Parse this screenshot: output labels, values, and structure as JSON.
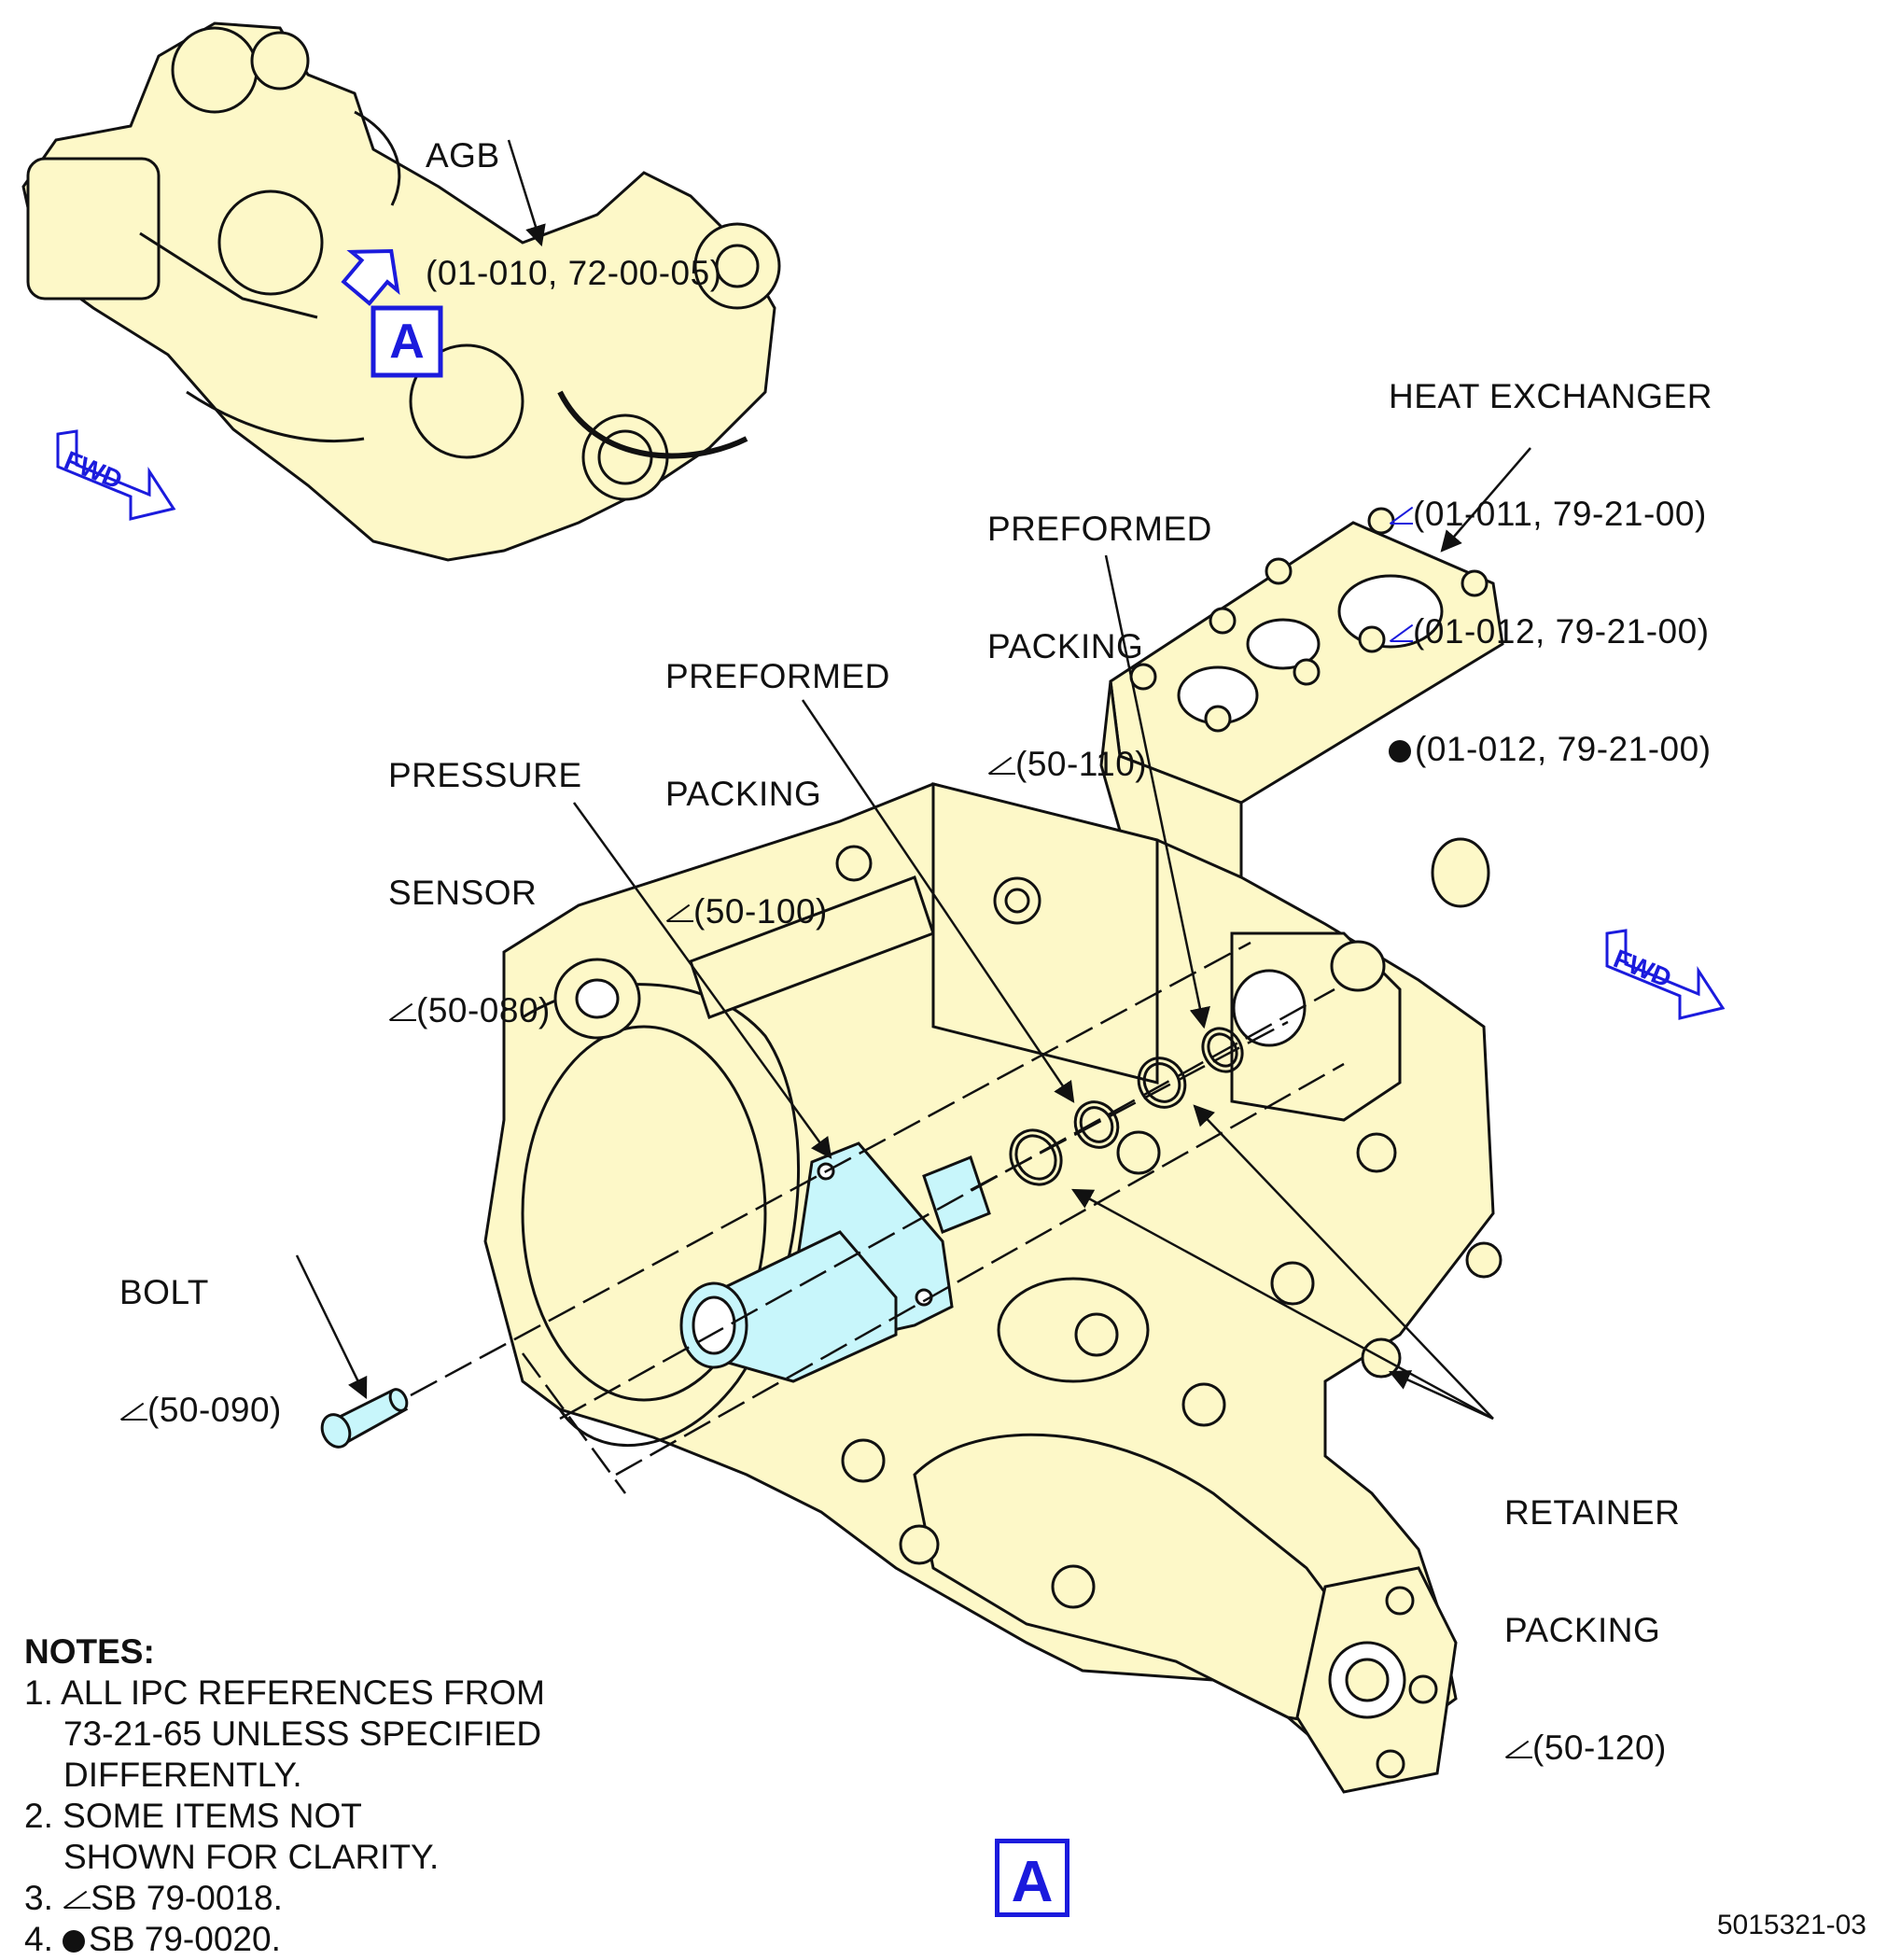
{
  "labels": {
    "agb": {
      "name": "AGB",
      "ref": "(01-010, 72-00-05)"
    },
    "heat_exchanger": {
      "name": "HEAT EXCHANGER",
      "ref1": "(01-011, 79-21-00)",
      "ref2": "(01-012, 79-21-00)",
      "ref3": "(01-012, 79-21-00)"
    },
    "preformed_packing_110": {
      "line1": "PREFORMED",
      "line2": "PACKING",
      "ref": "(50-110)"
    },
    "preformed_packing_100": {
      "line1": "PREFORMED",
      "line2": "PACKING",
      "ref": "(50-100)"
    },
    "pressure_sensor": {
      "line1": "PRESSURE",
      "line2": "SENSOR",
      "ref": "(50-080)"
    },
    "bolt": {
      "name": "BOLT",
      "ref": "(50-090)"
    },
    "retainer_packing": {
      "line1": "RETAINER",
      "line2": "PACKING",
      "ref": "(50-120)"
    }
  },
  "fwd_arrows": [
    "FWD",
    "FWD"
  ],
  "view_marker": "A",
  "notes": {
    "title": "NOTES:",
    "items": [
      {
        "num": "1.",
        "lines": [
          "ALL IPC REFERENCES FROM",
          "73-21-65 UNLESS SPECIFIED",
          "DIFFERENTLY."
        ]
      },
      {
        "num": "2.",
        "lines": [
          "SOME ITEMS NOT",
          "SHOWN FOR CLARITY."
        ]
      },
      {
        "num": "3.",
        "text": "SB 79-0018."
      },
      {
        "num": "4.",
        "text": "SB 79-0020."
      }
    ]
  },
  "figure_id": "5015321-03",
  "colors": {
    "part_fill": "#fdf8c8",
    "highlight_fill": "#c8f6fb",
    "callout_blue": "#1b1bdd",
    "outline": "#111111"
  }
}
